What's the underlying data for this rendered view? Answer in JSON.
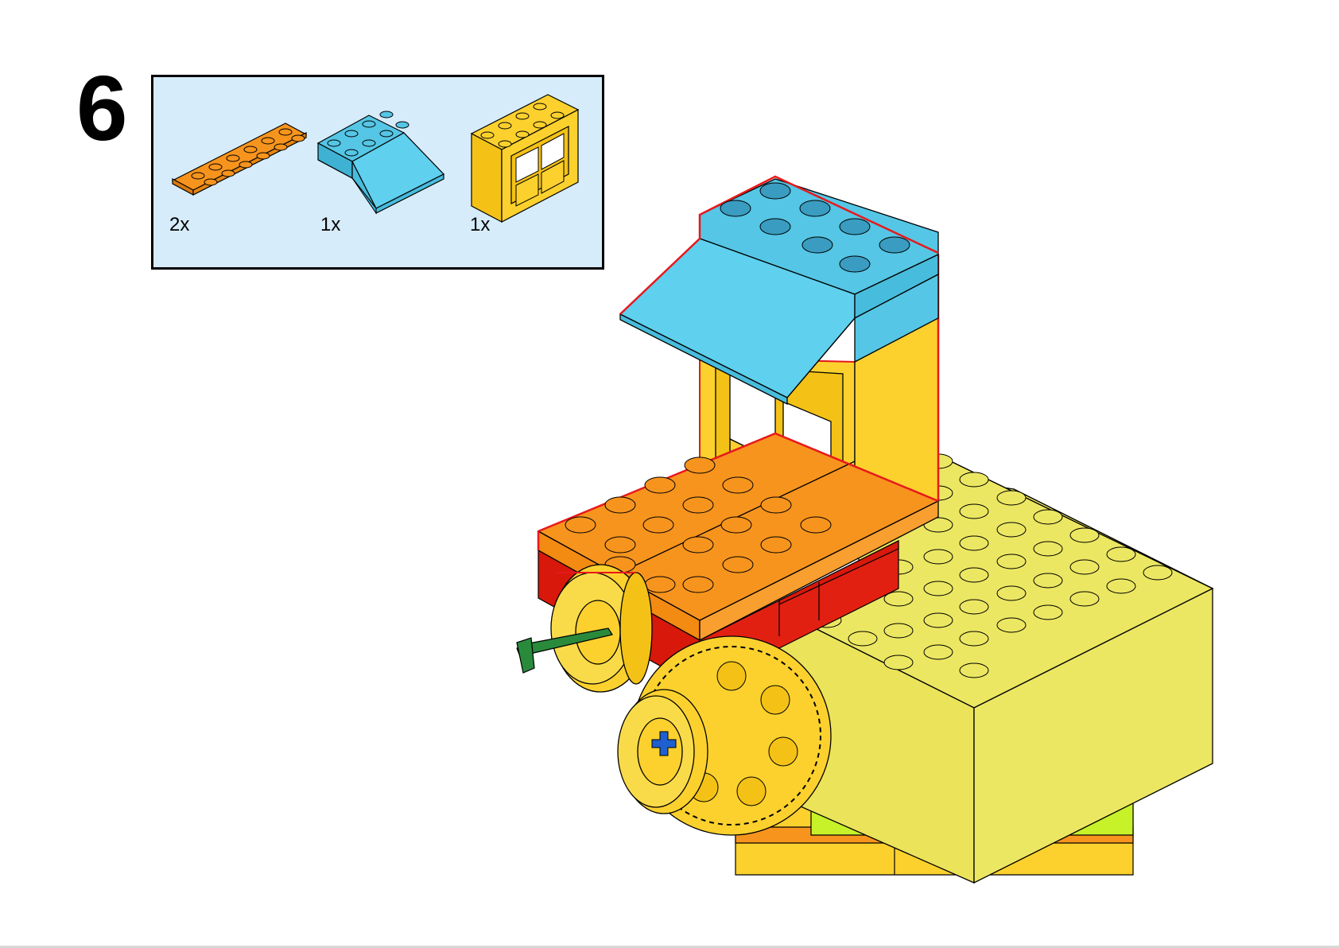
{
  "step": {
    "number": "6"
  },
  "parts_list": {
    "items": [
      {
        "quantity": "2x",
        "part": "orange-plate-2x6",
        "color": "#f7941d"
      },
      {
        "quantity": "1x",
        "part": "blue-slope-brick-2x4",
        "color": "#55c6e5"
      },
      {
        "quantity": "1x",
        "part": "yellow-window-brick",
        "color": "#fcd12e"
      }
    ]
  },
  "colors": {
    "panel_background": "#d6ecfa",
    "new_part_outline": "#e8181c",
    "orange": "#f7941d",
    "blue": "#55c6e5",
    "yellow": "#fcd12e",
    "light_yellow": "#ece762",
    "red": "#d7180b",
    "lime": "#c7f22a",
    "green_axle": "#2a8a3c",
    "blue_axle": "#1f5fd0"
  }
}
